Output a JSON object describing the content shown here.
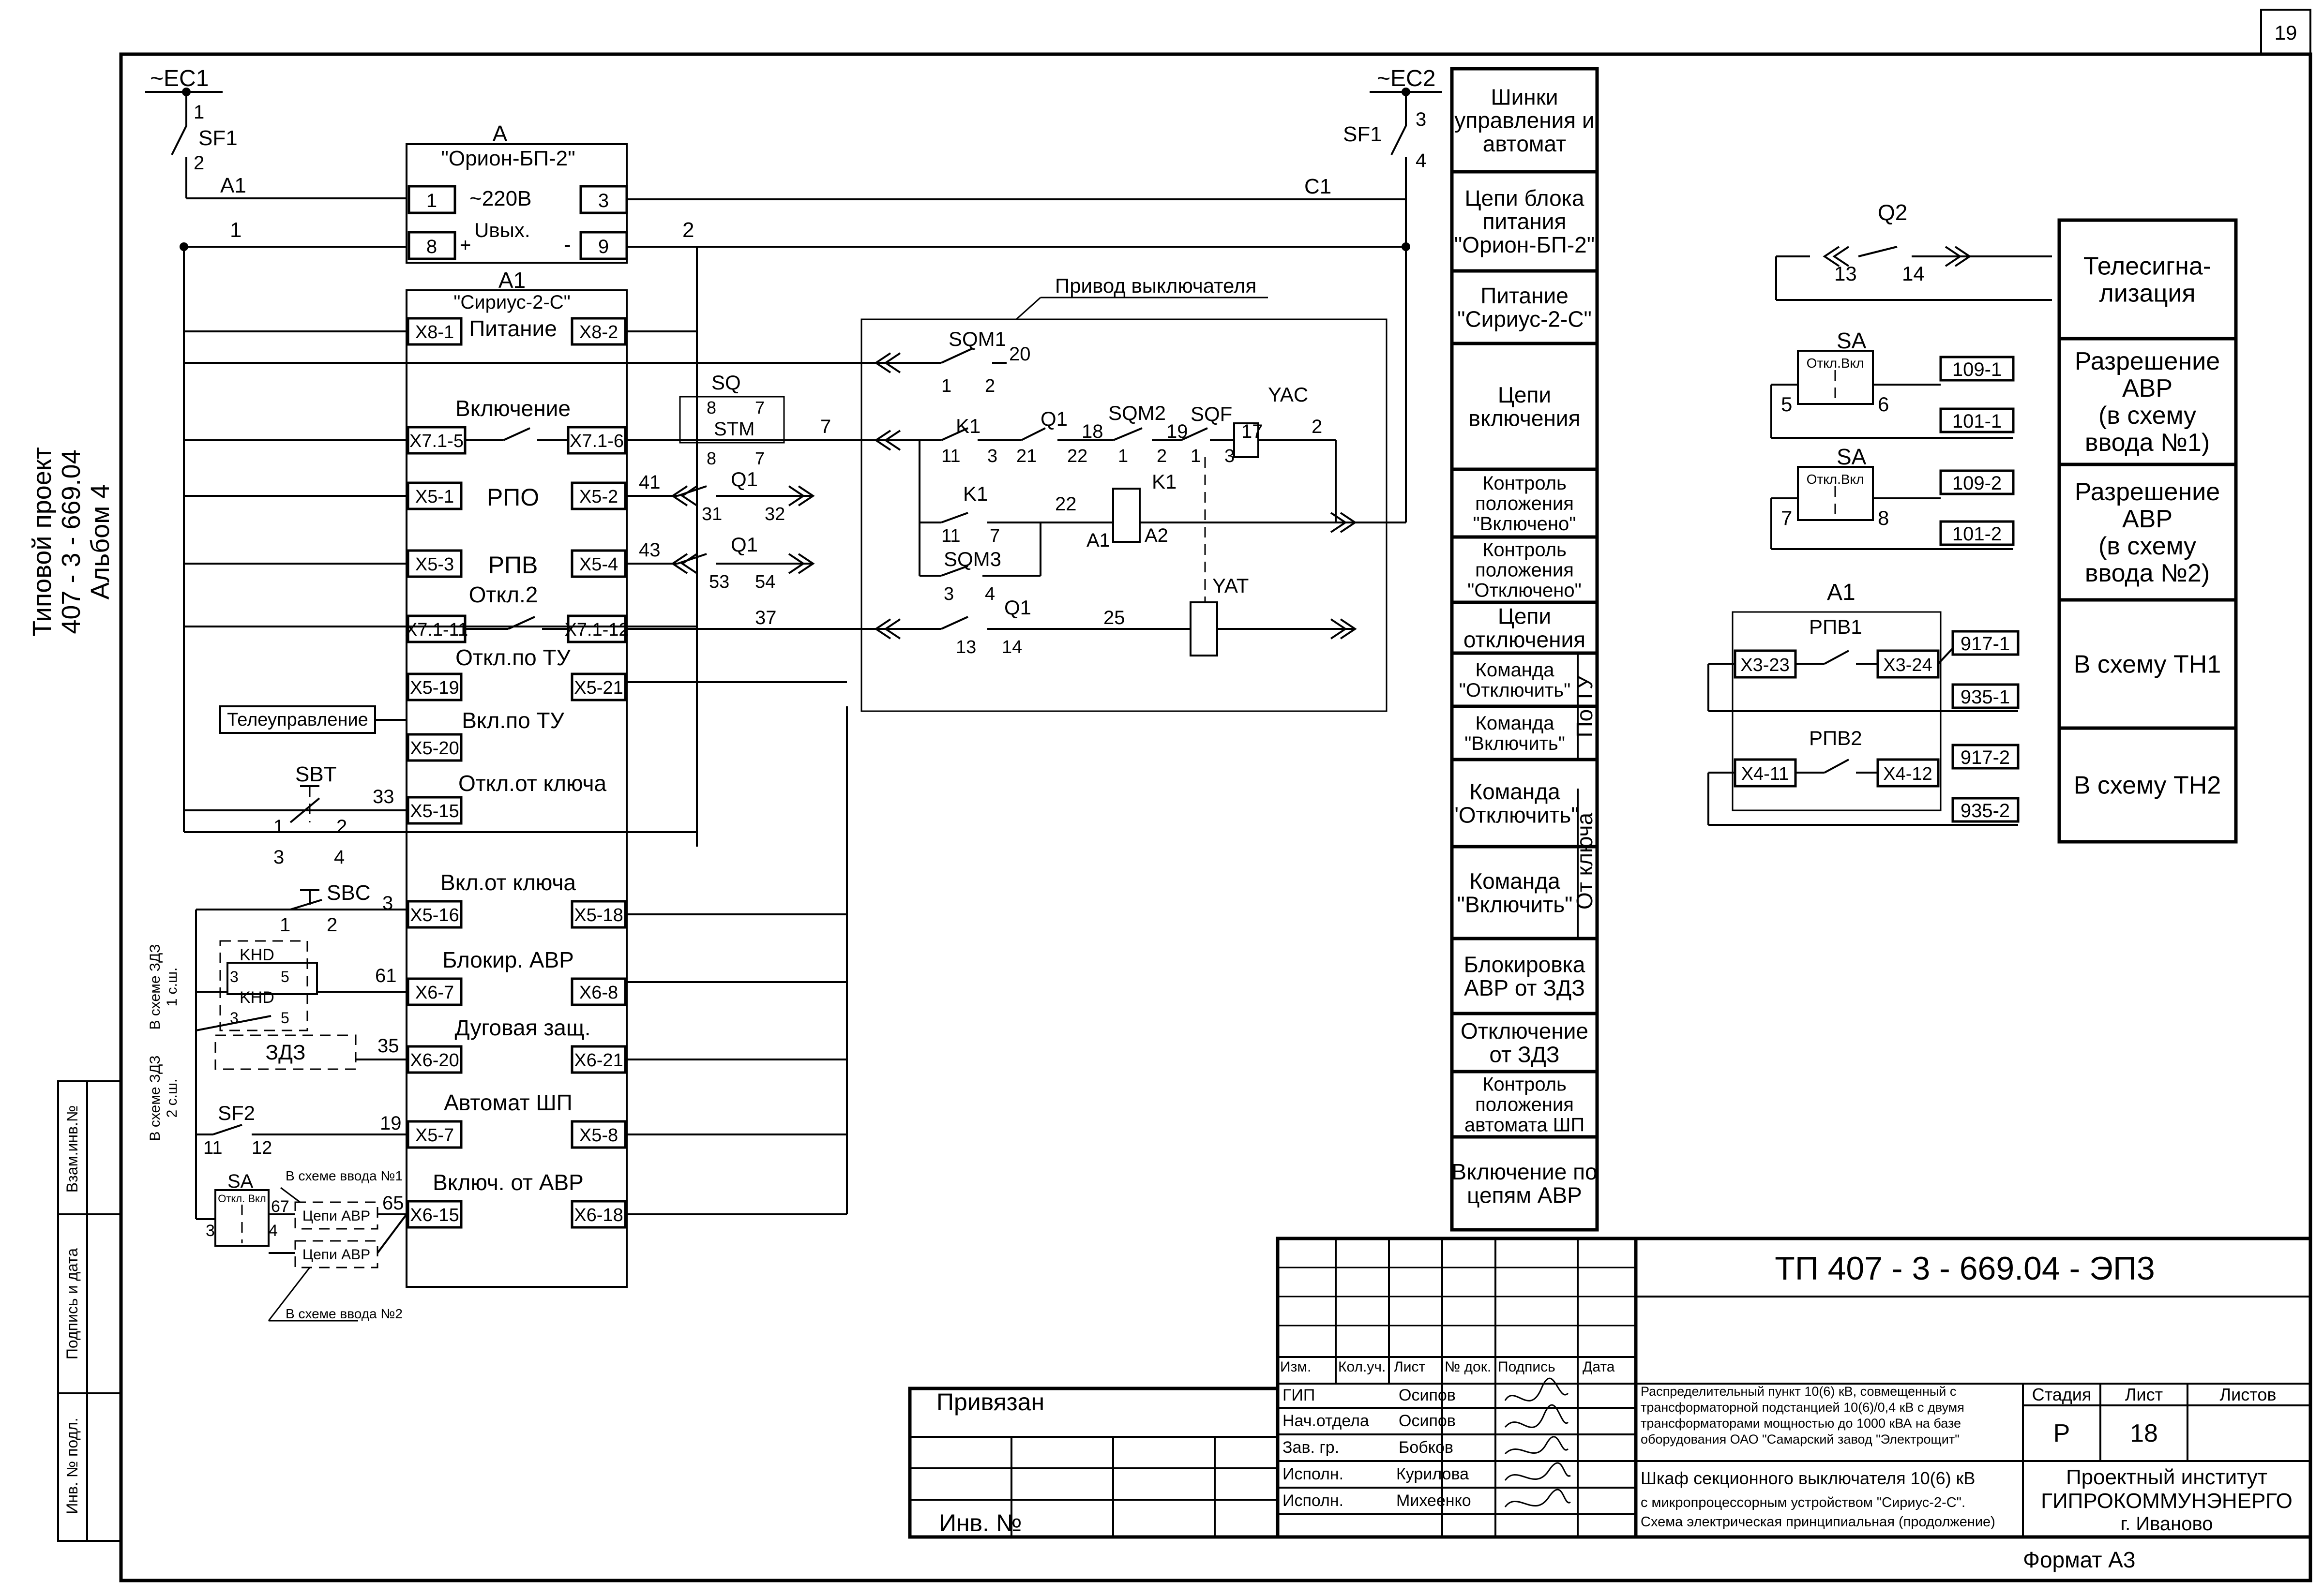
{
  "sheet_number": "19",
  "side_title": [
    "Типовой проект",
    "407 - 3 - 669.04",
    "Альбом 4"
  ],
  "side_stamp": [
    "Взам.инв.№",
    "Подпись и дата",
    "Инв. № подл."
  ],
  "feeds": {
    "ec1": {
      "label": "~EC1",
      "switch": "SF1",
      "pins": [
        "1",
        "2"
      ],
      "wire_a": "A1",
      "wire_1": "1"
    },
    "ec2": {
      "label": "~EC2",
      "switch": "SF1",
      "pins": [
        "3",
        "4"
      ],
      "wire_c": "C1",
      "wire_2": "2"
    }
  },
  "psu": {
    "title": "А",
    "name": "\"Орион-БП-2\"",
    "t1": "1",
    "t1_label": "~220В",
    "t3": "3",
    "t8": "8",
    "t8_label": "Uвых.",
    "plus": "+",
    "minus": "-",
    "t9": "9"
  },
  "sirius": {
    "title": "A1",
    "name": "\"Сириус-2-С\"",
    "rows": [
      {
        "left": "X8-1",
        "label": "Питание",
        "right": "X8-2"
      },
      {
        "left": "X7.1-5",
        "label": "Включение",
        "right": "X7.1-6"
      },
      {
        "left": "X5-1",
        "label": "РПО",
        "right": "X5-2"
      },
      {
        "left": "X5-3",
        "label": "РПВ",
        "right": "X5-4"
      },
      {
        "left": "X7.1-11",
        "label": "Откл.2",
        "right": "X7.1-12"
      },
      {
        "left": "X5-19",
        "label": "Откл.по ТУ",
        "right": "X5-21"
      },
      {
        "left": "X5-20",
        "label": "Вкл.по ТУ",
        "right": ""
      },
      {
        "left": "X5-15",
        "label": "Откл.от ключа",
        "right": ""
      },
      {
        "left": "X5-16",
        "label": "Вкл.от ключа",
        "right": "X5-18"
      },
      {
        "left": "X6-7",
        "label": "Блокир. АВР",
        "right": "X6-8"
      },
      {
        "left": "X6-20",
        "label": "Дуговая защ.",
        "right": "X6-21"
      },
      {
        "left": "X5-7",
        "label": "Автомат ШП",
        "right": "X5-8"
      },
      {
        "left": "X6-15",
        "label": "Включ. от АВР",
        "right": "X6-18"
      }
    ]
  },
  "drive": {
    "title": "Привод выключателя",
    "labels": [
      "SQM1",
      "20",
      "1",
      "2",
      "SQ",
      "8",
      "7",
      "STM",
      "8",
      "7",
      "7",
      "K1",
      "Q1",
      "18",
      "SQM2",
      "19",
      "SQF",
      "17",
      "YAC",
      "2",
      "11",
      "3",
      "21",
      "22",
      "1",
      "2",
      "1",
      "3",
      "K1",
      "22",
      "A1",
      "A2",
      "K1",
      "11",
      "7",
      "SQM3",
      "3",
      "4",
      "YAT",
      "Q1",
      "13",
      "14",
      "25",
      "Q1",
      "31",
      "32",
      "41",
      "Q1",
      "53",
      "54",
      "43",
      "37"
    ]
  },
  "misc_left": {
    "teleupr": "Телеуправление",
    "sbt": "SBT",
    "sbt_pins": [
      "1",
      "2",
      "3",
      "4",
      "33"
    ],
    "sbc": "SBC",
    "sbc_pins": [
      "1",
      "2",
      "3"
    ],
    "khd1": "KHD",
    "khd2": "KHD",
    "khd_pins": [
      "3",
      "5",
      "3",
      "5",
      "61"
    ],
    "zdz": "ЗДЗ",
    "zdz_pin": "35",
    "note_1": "В схеме ЗДЗ",
    "note_1b": "1 с.ш.",
    "note_2": "В схеме ЗДЗ",
    "note_2b": "2 с.ш.",
    "sf2": "SF2",
    "sf2_pins": [
      "11",
      "12",
      "19"
    ],
    "sa": "SA",
    "sa_head": "Откл. Вкл",
    "sa_pins": [
      "3",
      "4",
      "67",
      "65"
    ],
    "avr1": "Цепи АВР",
    "avr2": "Цепи АВР",
    "vvod1": "В схеме ввода №1",
    "vvod2": "В схеме ввода №2"
  },
  "function_column": [
    "Шинки управления и автомат",
    "Цепи блока питания \"Орион-БП-2\"",
    "Питание \"Сириус-2-С\"",
    "Цепи включения",
    "Контроль положения \"Включено\"",
    "Контроль положения \"Отключено\"",
    "Цепи отключения",
    "Команда \"Отключить\"",
    "Команда \"Включить\"",
    "Команда \"Отключить\"",
    "Команда \"Включить\"",
    "Блокировка АВР от ЗДЗ",
    "Отключение от ЗДЗ",
    "Контроль положения автомата ШП",
    "Включение по цепям АВР"
  ],
  "function_groups": {
    "ty": "По ТУ",
    "key": "От ключа"
  },
  "right_block": {
    "q2": "Q2",
    "q2_pins": [
      "13",
      "14"
    ],
    "sa1": "SA",
    "sa1_head": "Откл.Вкл",
    "sa1_pins": [
      "5",
      "6"
    ],
    "sa1_tags": [
      "109-1",
      "101-1"
    ],
    "sa2": "SA",
    "sa2_head": "Откл.Вкл",
    "sa2_pins": [
      "7",
      "8"
    ],
    "sa2_tags": [
      "109-2",
      "101-2"
    ],
    "a1": "A1",
    "rpv1": "РПВ1",
    "rpv1_terms": [
      "X3-23",
      "X3-24"
    ],
    "rpv1_tags": [
      "917-1",
      "935-1"
    ],
    "rpv2": "РПВ2",
    "rpv2_terms": [
      "X4-11",
      "X4-12"
    ],
    "rpv2_tags": [
      "917-2",
      "935-2"
    ],
    "functions": [
      "Телесигна-лизация",
      "Разрешение АВР (в схему ввода №1)",
      "Разрешение АВР (в схему ввода №2)",
      "В схему ТН1",
      "В схему ТН2"
    ]
  },
  "title_block": {
    "code": "ТП 407 - 3 - 669.04 - ЭП3",
    "headers": [
      "Изм.",
      "Кол.уч.",
      "Лист",
      "№ док.",
      "Подпись",
      "Дата"
    ],
    "roles": [
      "ГИП",
      "Нач.отдела",
      "Зав. гр.",
      "Исполн.",
      "Исполн."
    ],
    "names": [
      "Осипов",
      "Осипов",
      "Бобков",
      "Курилова",
      "Михеенко"
    ],
    "privyazan": "Привязан",
    "inv": "Инв. №",
    "project_desc": [
      "Распределительный пункт 10(6) кВ, совмещенный с",
      "трансформаторной подстанцией 10(6)/0,4 кВ с двумя",
      "трансформаторами мощностью до 1000 кВА на базе",
      "оборудования ОАО \"Самарский завод \"Электрощит\""
    ],
    "sheet_desc": [
      "Шкаф секционного выключателя 10(6) кВ",
      "с микропроцессорным устройством \"Сириус-2-С\".",
      "Схема электрическая принципиальная (продолжение)"
    ],
    "stage_h": "Стадия",
    "sheet_h": "Лист",
    "sheets_h": "Листов",
    "stage": "Р",
    "sheet": "18",
    "sheets": "",
    "org": [
      "Проектный институт",
      "ГИПРОКОММУНЭНЕРГО",
      "г. Иваново"
    ],
    "format": "Формат А3"
  }
}
